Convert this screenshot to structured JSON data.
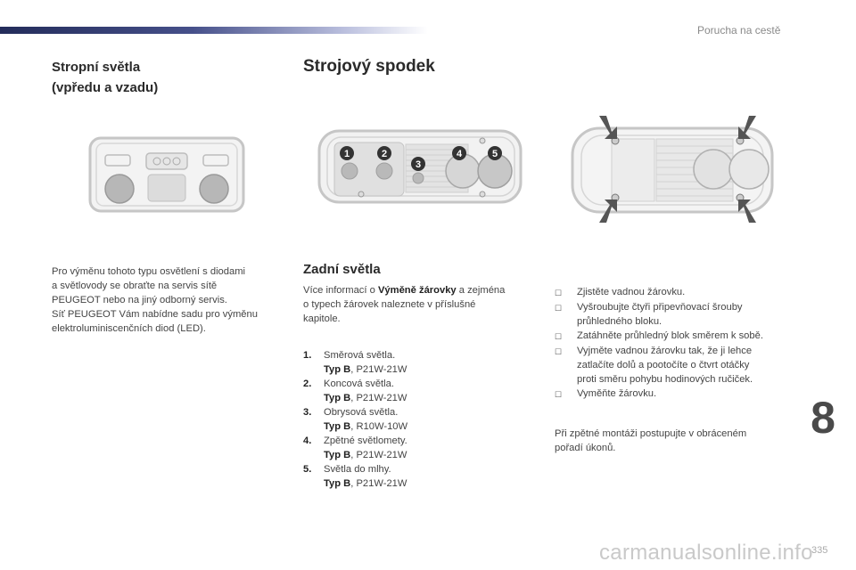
{
  "header": {
    "section": "Porucha na cestě"
  },
  "left": {
    "heading_line1": "Stropní světla",
    "heading_line2": "(vpředu a vzadu)",
    "para": [
      "Pro výměnu tohoto typu osvětlení s diodami",
      "a světlovody se obraťte na servis sítě",
      "PEUGEOT nebo na jiný odborný servis.",
      "Síť PEUGEOT Vám nabídne sadu pro výměnu",
      "elektroluminiscenčních diod (LED)."
    ]
  },
  "main": {
    "heading": "Strojový spodek",
    "rear_heading": "Zadní světla",
    "info_prefix": "Více informací o ",
    "info_bold": "Výměně žárovky",
    "info_suffix": " a zejména",
    "info_line2": "o typech žárovek naleznete v příslušné",
    "info_line3": "kapitole.",
    "diagram_numbers": [
      "1",
      "2",
      "3",
      "4",
      "5"
    ],
    "bulbs": [
      {
        "num": "1.",
        "name": "Směrová světla.",
        "type_label": "Typ B",
        "type_value": ", P21W-21W"
      },
      {
        "num": "2.",
        "name": "Koncová světla.",
        "type_label": "Typ B",
        "type_value": ", P21W-21W"
      },
      {
        "num": "3.",
        "name": "Obrysová světla.",
        "type_label": "Typ B",
        "type_value": ", R10W-10W"
      },
      {
        "num": "4.",
        "name": "Zpětné světlomety.",
        "type_label": "Typ B",
        "type_value": ", P21W-21W"
      },
      {
        "num": "5.",
        "name": "Světla do mlhy.",
        "type_label": "Typ B",
        "type_value": ", P21W-21W"
      }
    ]
  },
  "right": {
    "bullet_icon": "checkbox-bullet-icon",
    "steps": [
      [
        "Zjistěte vadnou žárovku."
      ],
      [
        "Vyšroubujte čtyři připevňovací šrouby",
        "průhledného bloku."
      ],
      [
        "Zatáhněte průhledný blok směrem k sobě."
      ],
      [
        "Vyjměte vadnou žárovku tak, že ji lehce",
        "zatlačíte dolů a pootočíte o čtvrt otáčky",
        "proti směru pohybu hodinových ručiček."
      ],
      [
        "Vyměňte žárovku."
      ]
    ],
    "note_line1": "Při zpětné montáži postupujte v obráceném",
    "note_line2": "pořadí úkonů."
  },
  "chapter_number": "8",
  "page_number": "335",
  "watermark": "carmanualsonline.info"
}
